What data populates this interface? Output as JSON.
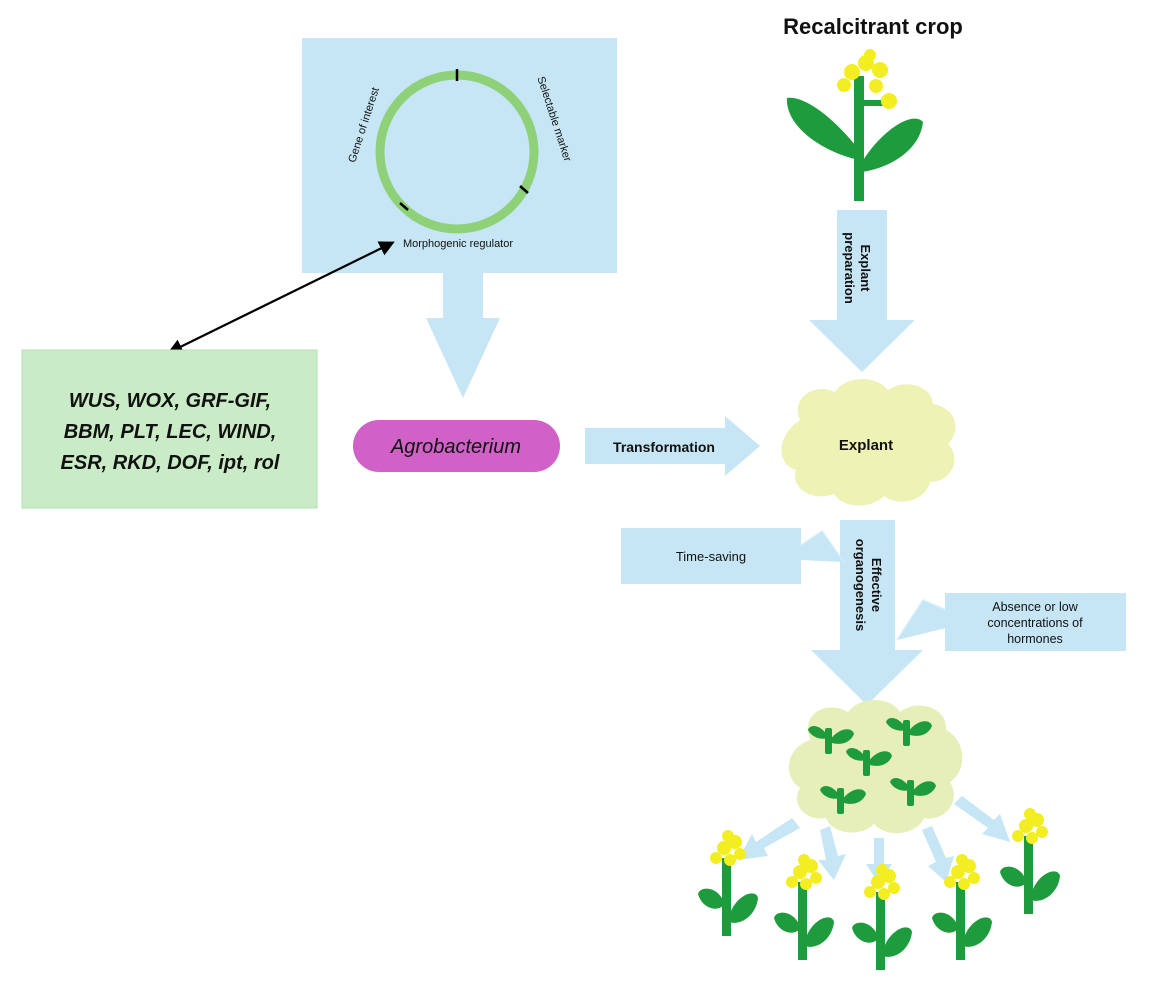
{
  "title": "Recalcitrant crop",
  "plasmid": {
    "gene_label": "Gene of interest",
    "marker_label": "Selectable marker",
    "regulator_label": "Morphogenic regulator"
  },
  "regulator_genes": {
    "line1": "WUS, WOX, GRF-GIF,",
    "line2": "BBM, PLT, LEC, WIND,",
    "line3": "ESR, RKD, DOF, ipt, rol"
  },
  "agrobacterium_label": "Agrobacterium",
  "transformation_label": "Transformation",
  "explant_label": "Explant",
  "explant_prep": {
    "line1": "Explant",
    "line2": "preparation"
  },
  "organogenesis": {
    "line1": "Effective",
    "line2": "organogenesis"
  },
  "time_saving_label": "Time-saving",
  "hormone_note": {
    "line1": "Absence or low",
    "line2": "concentrations of",
    "line3": "hormones"
  },
  "colors": {
    "light_blue": "#c6e6f5",
    "light_green": "#c9ecc7",
    "plasmid_green": "#8fd179",
    "agro_magenta": "#d061c6",
    "cloud_yellow": "#eef3b5",
    "plant_green": "#1e9b3c",
    "flower_yellow": "#f3ee21"
  }
}
